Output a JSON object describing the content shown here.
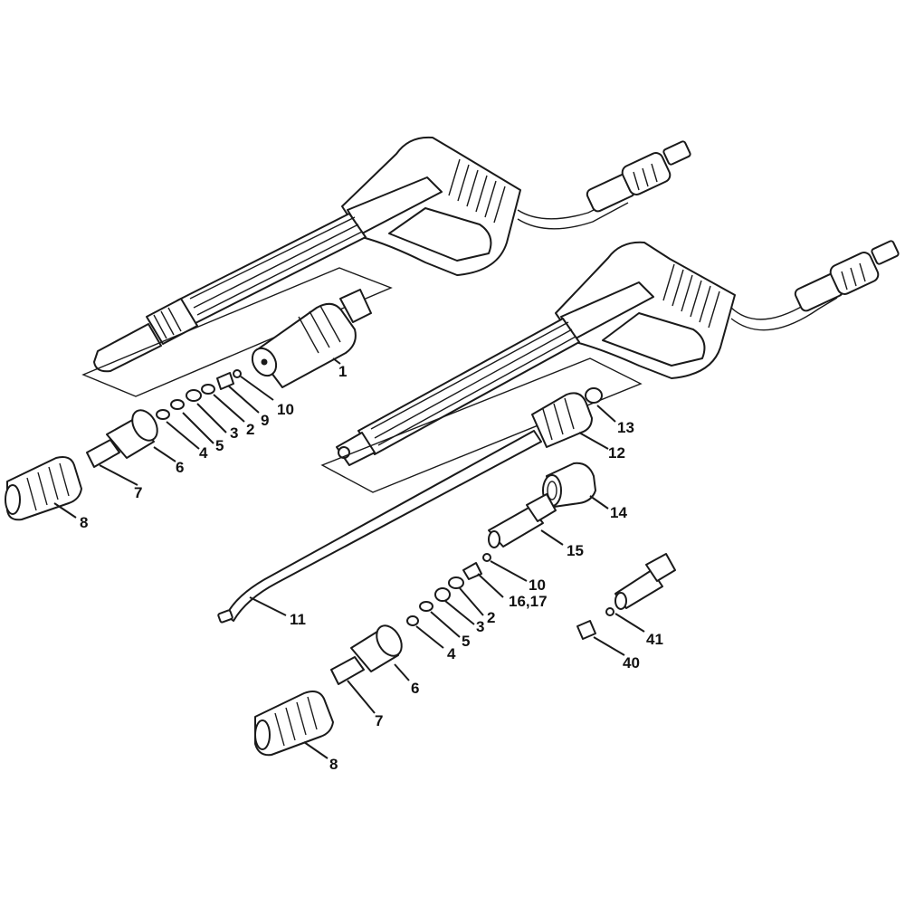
{
  "callouts": {
    "top": {
      "c1": "1",
      "c10": "10",
      "c9": "9",
      "c2": "2",
      "c3": "3",
      "c5": "5",
      "c4": "4",
      "c6": "6",
      "c7": "7",
      "c8": "8"
    },
    "middle": {
      "c13": "13",
      "c12": "12",
      "c14": "14",
      "c15": "15",
      "c11": "11"
    },
    "bottom": {
      "c10": "10",
      "c16_17": "16,17",
      "c2": "2",
      "c3": "3",
      "c5": "5",
      "c4": "4",
      "c6": "6",
      "c7": "7",
      "c8": "8",
      "c41": "41",
      "c40": "40"
    }
  },
  "colors": {
    "line": "#1a1a1a",
    "paper": "#ffffff"
  }
}
